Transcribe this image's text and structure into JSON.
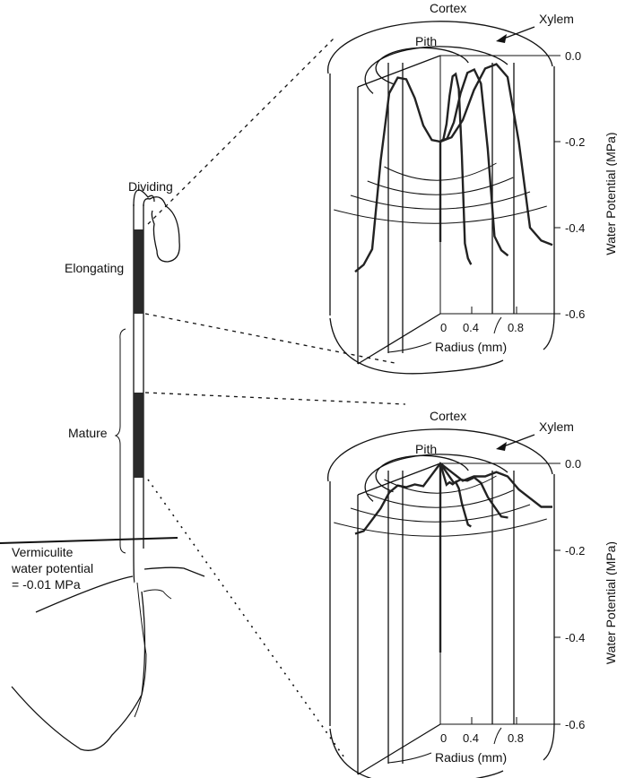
{
  "root": {
    "zones": {
      "dividing": "Dividing",
      "elongating": "Elongating",
      "mature": "Mature"
    },
    "vermiculite": {
      "line1": "Vermiculite",
      "line2": "water potential",
      "line3": "= -0.01 MPa"
    }
  },
  "panels": [
    {
      "id": "elongating-zone",
      "labels": {
        "cortex": "Cortex",
        "pith": "Pith",
        "xylem": "Xylem"
      },
      "y_axis_label": "Water Potential (MPa)",
      "y_ticks": [
        "0.0",
        "-0.2",
        "-0.4",
        "-0.6"
      ],
      "x_axis_label": "Radius (mm)",
      "x_ticks": [
        "0",
        "0.4",
        "0.8"
      ]
    },
    {
      "id": "mature-zone",
      "labels": {
        "cortex": "Cortex",
        "pith": "Pith",
        "xylem": "Xylem"
      },
      "y_axis_label": "Water Potential (MPa)",
      "y_ticks": [
        "0.0",
        "-0.2",
        "-0.4",
        "-0.6"
      ],
      "x_axis_label": "Radius (mm)",
      "x_ticks": [
        "0",
        "0.4",
        "0.8"
      ]
    }
  ],
  "chart_data": [
    {
      "type": "line",
      "title": "Elongating zone radial water potential profile",
      "xlabel": "Radius (mm)",
      "ylabel": "Water Potential (MPa)",
      "xlim": [
        0,
        1.0
      ],
      "ylim": [
        -0.6,
        0.0
      ],
      "x": [
        0,
        0.1,
        0.2,
        0.3,
        0.4,
        0.5,
        0.6,
        0.7,
        0.8,
        0.9,
        1.0
      ],
      "values": [
        -0.2,
        -0.19,
        -0.15,
        -0.08,
        -0.03,
        -0.02,
        -0.05,
        -0.2,
        -0.4,
        -0.43,
        -0.44
      ]
    },
    {
      "type": "line",
      "title": "Mature zone radial water potential profile",
      "xlabel": "Radius (mm)",
      "ylabel": "Water Potential (MPa)",
      "xlim": [
        0,
        1.0
      ],
      "ylim": [
        -0.6,
        0.0
      ],
      "x": [
        0,
        0.1,
        0.2,
        0.3,
        0.4,
        0.5,
        0.6,
        0.7,
        0.8,
        0.9,
        1.0
      ],
      "values": [
        0.0,
        -0.02,
        -0.04,
        -0.03,
        -0.03,
        -0.02,
        -0.03,
        -0.06,
        -0.08,
        -0.1,
        -0.1
      ]
    }
  ]
}
